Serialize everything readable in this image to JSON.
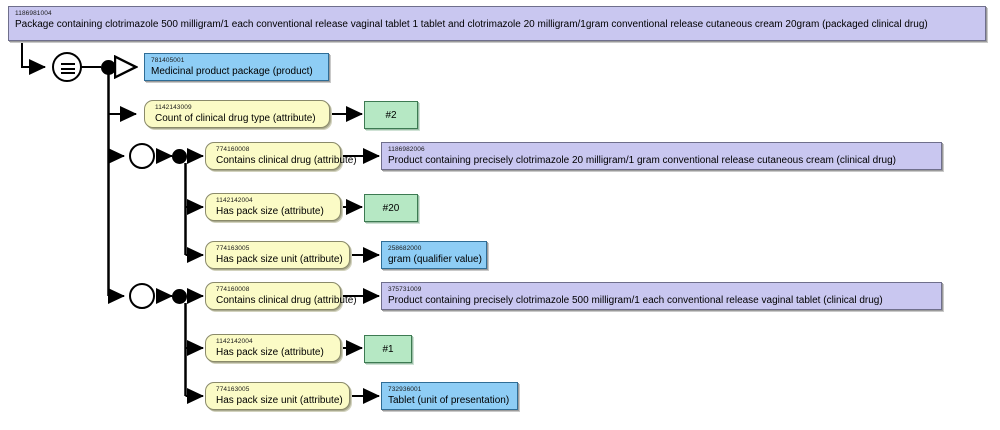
{
  "diagram": {
    "type": "snomed-ct-concept-model-diagram",
    "focus_concept": {
      "sctid": "1186981004",
      "term": "Package containing clotrimazole 500 milligram/1 each conventional release vaginal tablet 1 tablet and clotrimazole 20 milligram/1gram conventional release cutaneous cream 20gram (packaged clinical drug)"
    },
    "definition_status": {
      "symbol": "equivalent-to",
      "meaning": "Sufficiently defined (===)"
    },
    "parents": [
      {
        "sctid": "781405001",
        "term": "Medicinal product package (product)"
      }
    ],
    "ungrouped_attributes": [
      {
        "attribute_sctid": "1142143009",
        "attribute_term": "Count of clinical drug type (attribute)",
        "value_kind": "concrete",
        "value": "#2"
      }
    ],
    "role_groups": [
      {
        "group_index": 1,
        "attributes": [
          {
            "attribute_sctid": "774160008",
            "attribute_term": "Contains clinical drug (attribute)",
            "value_kind": "concept",
            "value_sctid": "1186982006",
            "value_term": "Product containing precisely clotrimazole 20 milligram/1 gram conventional release cutaneous cream (clinical drug)"
          },
          {
            "attribute_sctid": "1142142004",
            "attribute_term": "Has pack size (attribute)",
            "value_kind": "concrete",
            "value": "#20"
          },
          {
            "attribute_sctid": "774163005",
            "attribute_term": "Has pack size unit (attribute)",
            "value_kind": "concept",
            "value_sctid": "258682000",
            "value_term": "gram (qualifier value)"
          }
        ]
      },
      {
        "group_index": 2,
        "attributes": [
          {
            "attribute_sctid": "774160008",
            "attribute_term": "Contains clinical drug (attribute)",
            "value_kind": "concept",
            "value_sctid": "375731009",
            "value_term": "Product containing precisely clotrimazole 500 milligram/1 each conventional release vaginal tablet (clinical drug)"
          },
          {
            "attribute_sctid": "1142142004",
            "attribute_term": "Has pack size (attribute)",
            "value_kind": "concrete",
            "value": "#1"
          },
          {
            "attribute_sctid": "774163005",
            "attribute_term": "Has pack size unit (attribute)",
            "value_kind": "concept",
            "value_sctid": "732936001",
            "value_term": "Tablet (unit of presentation)"
          }
        ]
      }
    ],
    "colors": {
      "focus_fill": "#c9c7f0",
      "parent_fill": "#8ecdf5",
      "attribute_fill": "#fbfbc6",
      "value_fill": "#b6e8c4",
      "line": "#000000"
    }
  }
}
